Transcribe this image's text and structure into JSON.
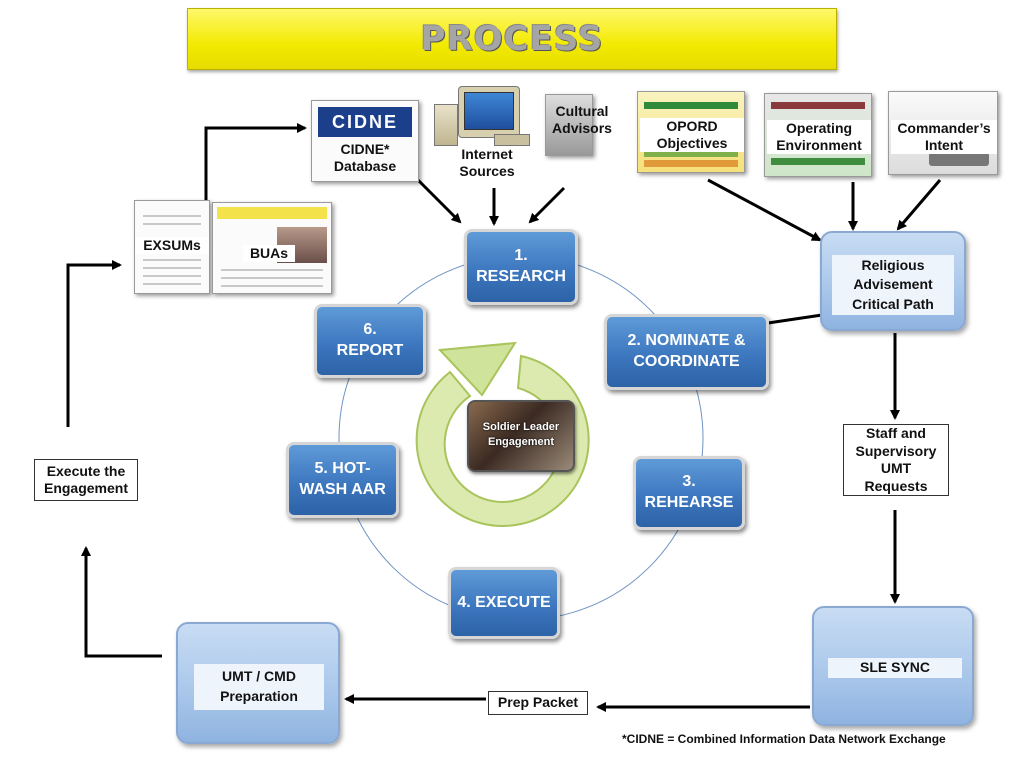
{
  "title": "PROCESS",
  "cycle": {
    "center_label": "Soldier Leader\nEngagement",
    "steps": [
      {
        "id": "research",
        "label": "1.\nRESEARCH"
      },
      {
        "id": "nominate",
        "label": "2.  NOMINATE &\nCOORDINATE"
      },
      {
        "id": "rehearse",
        "label": "3.\nREHEARSE"
      },
      {
        "id": "execute",
        "label": "4.  EXECUTE"
      },
      {
        "id": "hotwash",
        "label": "5.  HOT-\nWASH AAR"
      },
      {
        "id": "report",
        "label": "6.\nREPORT"
      }
    ]
  },
  "sources": {
    "cidne_logo": "CIDNE",
    "cidne": "CIDNE*\nDatabase",
    "internet": "Internet\nSources",
    "cultural": "Cultural\nAdvisors",
    "opord": "OPORD\nObjectives",
    "environment": "Operating\nEnvironment",
    "intent": "Commander’s\nIntent",
    "exsums": "EXSUMs",
    "buas": "BUAs"
  },
  "flow": {
    "critical_path": "Religious\nAdvisement\nCritical Path",
    "staff_requests": "Staff and\nSupervisory\nUMT\nRequests",
    "sle_sync": "SLE SYNC",
    "prep_packet": "Prep Packet",
    "umt_prep": "UMT / CMD\nPreparation",
    "execute_engagement": "Execute the\nEngagement"
  },
  "footnote": "*CIDNE = Combined Information Data Network Exchange",
  "colors": {
    "title_bg": "#f2ea00",
    "step_blue": "#3d77bf",
    "box_light_blue": "#a8c6ea",
    "arrow_green": "#c6dc86"
  }
}
